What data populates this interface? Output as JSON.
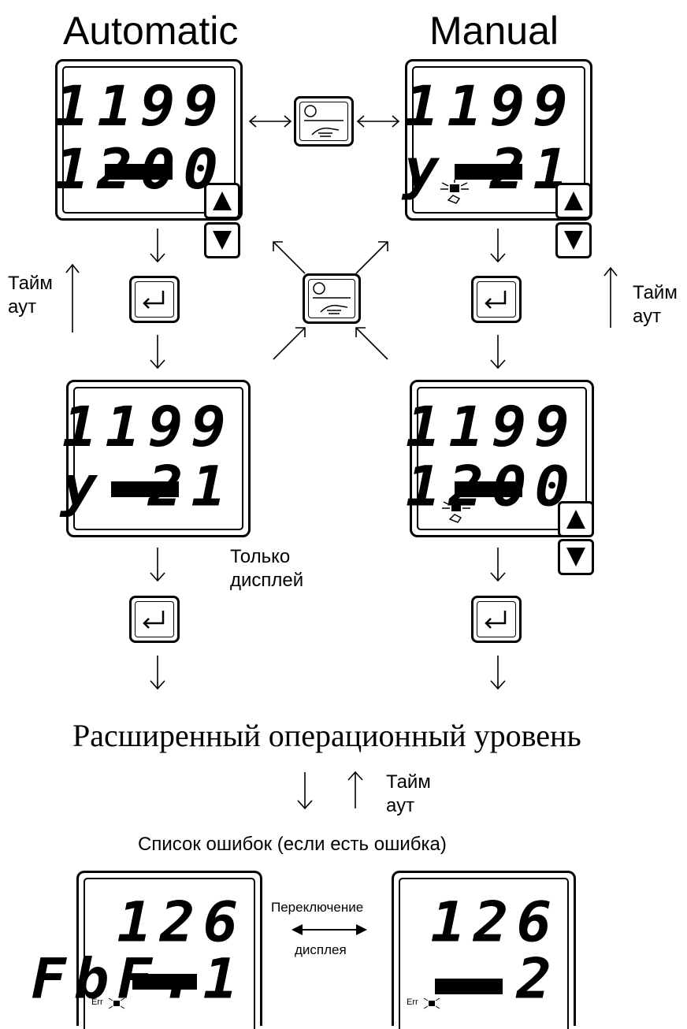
{
  "titles": {
    "automatic": "Automatic",
    "manual": "Manual"
  },
  "displays": {
    "auto_top": {
      "line1": "1199",
      "line2": "1200"
    },
    "manual_top": {
      "line1": "1199",
      "line2": "y 21"
    },
    "auto_bottom": {
      "line1": "1199",
      "line2": "y 21"
    },
    "manual_bottom": {
      "line1": "1199",
      "line2": "1200"
    },
    "error_left": {
      "line1": "126",
      "line2": "FbF.1",
      "indicator": "Err"
    },
    "error_right": {
      "line1": "126",
      "line2": "2",
      "indicator": "Err"
    }
  },
  "labels": {
    "timeout_left": "Тайм\nаут",
    "timeout_right": "Тайм\nаут",
    "timeout_bottom": "Тайм\nаут",
    "display_only": "Только\nдисплей",
    "extended_level": "Расширенный операционный уровень",
    "error_list": "Список ошибок (если есть ошибка)",
    "display_switch_top": "Переключение",
    "display_switch_bottom": "дисплея"
  },
  "icons": {
    "auto_manual_key": "auto-manual-hand-icon",
    "enter_key": "enter-arrow-icon",
    "up_key": "triangle-up-icon",
    "down_key": "triangle-down-icon"
  }
}
